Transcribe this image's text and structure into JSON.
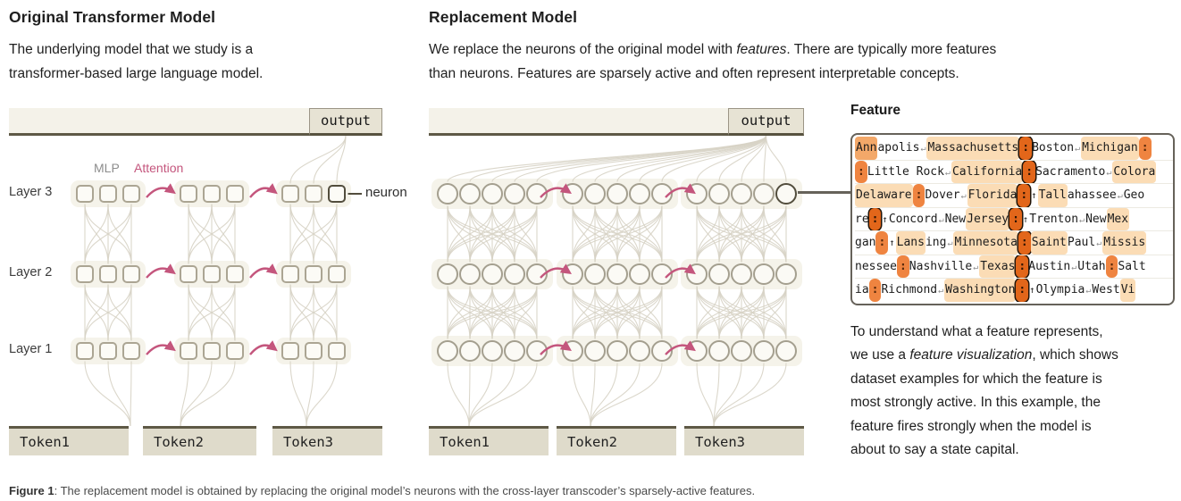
{
  "page": {
    "original": {
      "title": "Original Transformer Model",
      "intro_lines": [
        [
          {
            "t": "The underlying model that we study is a"
          }
        ],
        [
          {
            "t": "transformer-based large language model."
          }
        ]
      ],
      "mlp_label": "MLP",
      "attention_label": "Attention",
      "output_label": "output",
      "layer_labels": [
        "Layer 3",
        "Layer 2",
        "Layer 1"
      ],
      "token_labels": [
        "Token1",
        "Token2",
        "Token3"
      ],
      "neuron_label": "neuron",
      "neurons_per_group": 3
    },
    "replacement": {
      "title": "Replacement Model",
      "intro_lines": [
        [
          {
            "t": "We replace the neurons of the original model with "
          },
          {
            "t": "features",
            "i": true
          },
          {
            "t": ". There are typically more features"
          }
        ],
        [
          {
            "t": "than neurons. Features are sparsely active and often represent interpretable concepts."
          }
        ]
      ],
      "output_label": "output",
      "token_labels": [
        "Token1",
        "Token2",
        "Token3"
      ],
      "features_per_group": 5
    },
    "feature_panel": {
      "title": "Feature",
      "rows": [
        [
          {
            "t": "Ann",
            "c": "med"
          },
          {
            "t": "apolis"
          },
          {
            "t": "↵",
            "c": "ret"
          },
          {
            "t": " "
          },
          {
            "t": "Massachusetts",
            "c": "hl"
          },
          {
            "t": ":",
            "c": "cs"
          },
          {
            "t": " Boston"
          },
          {
            "t": "↵",
            "c": "ret"
          },
          {
            "t": " "
          },
          {
            "t": "Michigan",
            "c": "hl"
          },
          {
            "t": ":",
            "c": "co"
          }
        ],
        [
          {
            "t": ":",
            "c": "co"
          },
          {
            "t": " Little Rock"
          },
          {
            "t": "↵",
            "c": "ret"
          },
          {
            "t": " "
          },
          {
            "t": "California",
            "c": "hl"
          },
          {
            "t": ":",
            "c": "cs"
          },
          {
            "t": " Sacramento"
          },
          {
            "t": "↵",
            "c": "ret"
          },
          {
            "t": " "
          },
          {
            "t": "Colora",
            "c": "hl"
          }
        ],
        [
          {
            "t": "Delaware",
            "c": "hl"
          },
          {
            "t": ":",
            "c": "co"
          },
          {
            "t": " Dover"
          },
          {
            "t": "↵",
            "c": "ret"
          },
          {
            "t": " "
          },
          {
            "t": "Florida",
            "c": "hl"
          },
          {
            "t": ":",
            "c": "cs"
          },
          {
            "t": "↑",
            "c": "up"
          },
          {
            "t": " "
          },
          {
            "t": "Tall",
            "c": "hl"
          },
          {
            "t": "ah"
          },
          {
            "t": "ass"
          },
          {
            "t": "ee"
          },
          {
            "t": "↵",
            "c": "ret"
          },
          {
            "t": " Geo"
          }
        ],
        [
          {
            "t": "re"
          },
          {
            "t": ":",
            "c": "cs"
          },
          {
            "t": "↑",
            "c": "up"
          },
          {
            "t": " Conc"
          },
          {
            "t": "ord"
          },
          {
            "t": "↵",
            "c": "ret"
          },
          {
            "t": " New "
          },
          {
            "t": "Jersey",
            "c": "hl"
          },
          {
            "t": ":",
            "c": "cs"
          },
          {
            "t": "↑",
            "c": "up"
          },
          {
            "t": " Tr"
          },
          {
            "t": "enton"
          },
          {
            "t": "↵",
            "c": "ret"
          },
          {
            "t": " New "
          },
          {
            "t": "Mex",
            "c": "hl"
          }
        ],
        [
          {
            "t": "gan"
          },
          {
            "t": ":",
            "c": "co"
          },
          {
            "t": "↑",
            "c": "up"
          },
          {
            "t": " "
          },
          {
            "t": "Lans",
            "c": "hl"
          },
          {
            "t": "ing"
          },
          {
            "t": "↵",
            "c": "ret"
          },
          {
            "t": " "
          },
          {
            "t": "Minnesota",
            "c": "hl"
          },
          {
            "t": ":",
            "c": "cs"
          },
          {
            "t": " "
          },
          {
            "t": "Saint",
            "c": "hl"
          },
          {
            "t": " Paul"
          },
          {
            "t": "↵",
            "c": "ret"
          },
          {
            "t": " "
          },
          {
            "t": "Missis",
            "c": "hl"
          }
        ],
        [
          {
            "t": "nessee"
          },
          {
            "t": ":",
            "c": "co"
          },
          {
            "t": " Nashville"
          },
          {
            "t": "↵",
            "c": "ret"
          },
          {
            "t": " "
          },
          {
            "t": "Texas",
            "c": "hl"
          },
          {
            "t": ":",
            "c": "cs"
          },
          {
            "t": " Austin"
          },
          {
            "t": "↵",
            "c": "ret"
          },
          {
            "t": " Utah"
          },
          {
            "t": ":",
            "c": "co"
          },
          {
            "t": " Salt"
          }
        ],
        [
          {
            "t": "ia"
          },
          {
            "t": ":",
            "c": "co"
          },
          {
            "t": " Richmond"
          },
          {
            "t": "↵",
            "c": "ret"
          },
          {
            "t": " "
          },
          {
            "t": "Washington",
            "c": "hl"
          },
          {
            "t": ":",
            "c": "cs"
          },
          {
            "t": "↑",
            "c": "up"
          },
          {
            "t": " Olymp"
          },
          {
            "t": "ia"
          },
          {
            "t": "↵",
            "c": "ret"
          },
          {
            "t": " West "
          },
          {
            "t": "Vi",
            "c": "hl"
          }
        ]
      ],
      "description_lines": [
        [
          {
            "t": "To understand what a feature represents,"
          }
        ],
        [
          {
            "t": "we use a "
          },
          {
            "t": "feature visualization",
            "i": true
          },
          {
            "t": ", which shows"
          }
        ],
        [
          {
            "t": "dataset examples for which the feature is"
          }
        ],
        [
          {
            "t": "most strongly active. In this example, the"
          }
        ],
        [
          {
            "t": "feature fires strongly when the model is"
          }
        ],
        [
          {
            "t": "about to say a state capital."
          }
        ]
      ]
    },
    "caption": {
      "label": "Figure 1",
      "text": ": The replacement model is obtained by replacing the original model’s neurons with the cross-layer transcoder’s sparsely-active features."
    },
    "colors": {
      "accent_pink": "#c4567d",
      "bar_border": "#5e5946",
      "highlight_light": "#fbdcb5",
      "highlight_medium": "#f3a869",
      "highlight_colon": "#ef8440",
      "highlight_colon_strong": "#e2661a",
      "connection_line": "#d7d3c5"
    }
  }
}
